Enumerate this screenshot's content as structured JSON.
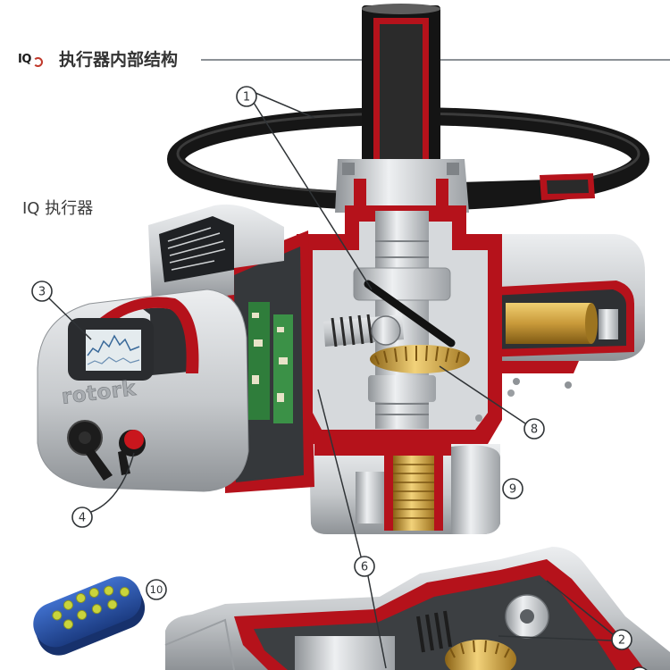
{
  "header": {
    "logo": "IQ",
    "title": "执行器内部结构"
  },
  "subtitle": "IQ 执行器",
  "brand": "rotork",
  "callouts": [
    {
      "label": "1"
    },
    {
      "label": "2"
    },
    {
      "label": "3"
    },
    {
      "label": "4"
    },
    {
      "label": "6"
    },
    {
      "label": "8"
    },
    {
      "label": "9"
    },
    {
      "label": "10"
    }
  ],
  "icons": {
    "logo_mark": "iq-logo-mark-icon"
  },
  "colors": {
    "cutaway_red": "#b5121b",
    "housing_silver": "#c6c9cc",
    "motor_gold": "#c99a3a",
    "handwheel_black": "#161616",
    "remote_blue": "#2a56b0",
    "remote_buttons": "#c9d43c",
    "text": "#333333",
    "divider": "#8c9196"
  }
}
